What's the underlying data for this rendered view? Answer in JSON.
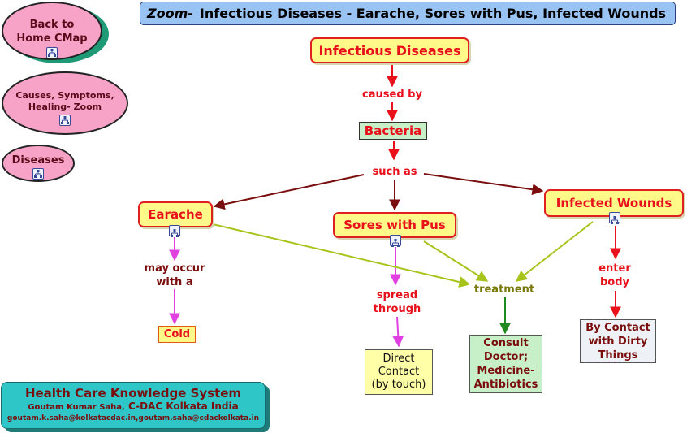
{
  "title": {
    "prefix": "Zoom-",
    "text": "Infectious Diseases - Earache, Sores with Pus, Infected Wounds"
  },
  "left_nav": [
    {
      "label": "Back to\nHome CMap",
      "icon": "cmap-link-icon"
    },
    {
      "label": "Causes, Symptoms,\nHealing- Zoom",
      "icon": "cmap-link-icon"
    },
    {
      "label": "Diseases",
      "icon": "cmap-link-icon"
    }
  ],
  "concepts": {
    "infectious_diseases": "Infectious Diseases",
    "bacteria": "Bacteria",
    "earache": "Earache",
    "sores_with_pus": "Sores with Pus",
    "infected_wounds": "Infected Wounds",
    "cold": "Cold",
    "direct_contact": "Direct\nContact\n(by touch)",
    "consult_doctor": "Consult\nDoctor;\nMedicine-\nAntibiotics",
    "by_contact": "By Contact\nwith Dirty\nThings"
  },
  "link_phrases": {
    "caused_by": "caused by",
    "such_as": "such as",
    "may_occur_with_a": "may occur\nwith a",
    "spread_through": "spread\nthrough",
    "treatment": "treatment",
    "enter_body": "enter\nbody"
  },
  "footer": {
    "title": "Health Care Knowledge System",
    "author_name": "Goutam Kumar Saha,",
    "org": "C-DAC Kolkata India",
    "emails": "goutam.k.saha@kolkatacdac.in,goutam.saha@cdackolkata.in"
  },
  "colors": {
    "red_arrow": "#e8101a",
    "maroon_arrow": "#7a0d0d",
    "magenta_arrow": "#e040e0",
    "yellowgreen_arrow": "#a6c41a",
    "green_arrow": "#1f8a1f",
    "title_bar": "#99c3f2",
    "footer_bg": "#2ec6c6",
    "pink_node": "#f7a3c7"
  }
}
